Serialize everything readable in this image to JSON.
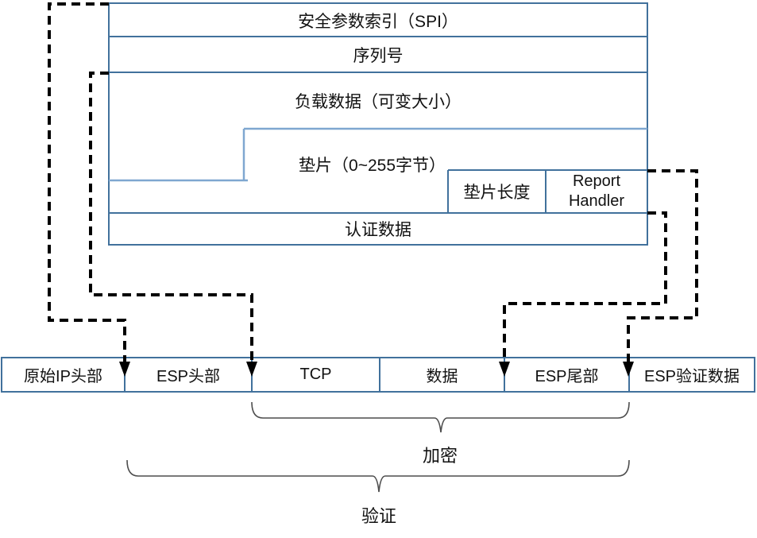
{
  "colors": {
    "line_blue": "#41719C",
    "step_blue": "#7FA7D0",
    "dash": "#000000",
    "brace": "#4d4d4d",
    "text": "#111111"
  },
  "format_box": {
    "spi": "安全参数索引（SPI）",
    "sequence": "序列号",
    "payload": "负载数据（可变大小）",
    "padding": "垫片（0~255字节）",
    "pad_length": "垫片长度",
    "next_header": "Report Handler",
    "auth_data": "认证数据"
  },
  "packet_row": {
    "cells": [
      "原始IP头部",
      "ESP头部",
      "TCP",
      "数据",
      "ESP尾部",
      "ESP验证数据"
    ]
  },
  "braces": {
    "encryption": "加密",
    "authentication": "验证"
  }
}
